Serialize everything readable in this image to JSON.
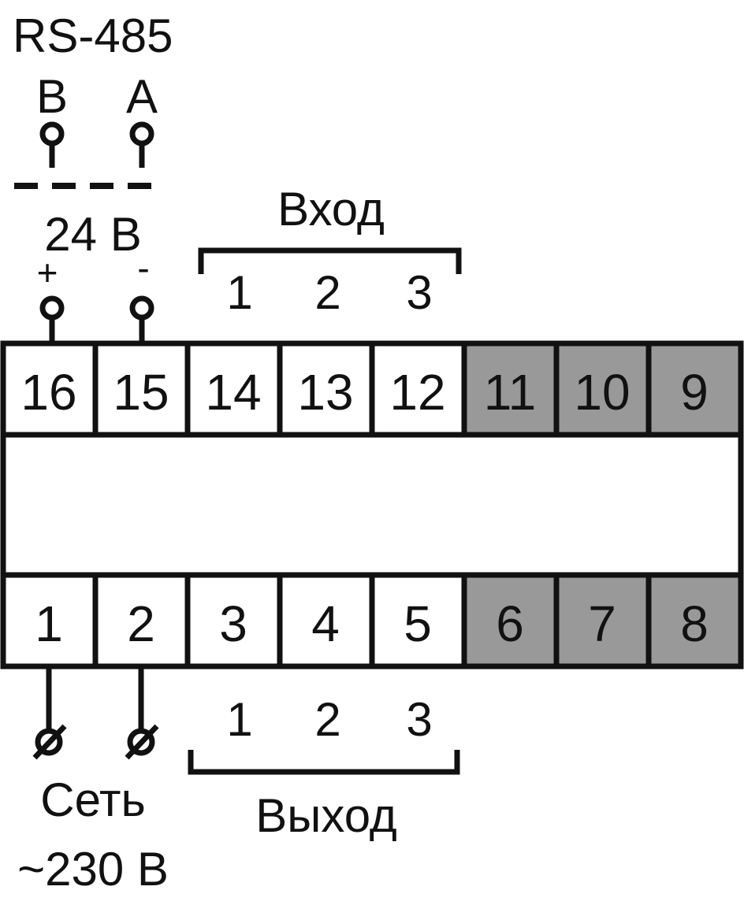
{
  "rs485": {
    "title": "RS-485",
    "b_label": "B",
    "a_label": "A"
  },
  "power24": {
    "label": "24 B",
    "plus": "+",
    "minus": "-"
  },
  "input": {
    "label": "Вход",
    "channels": [
      "1",
      "2",
      "3"
    ]
  },
  "output": {
    "label": "Выход",
    "channels": [
      "1",
      "2",
      "3"
    ]
  },
  "mains": {
    "line1": "Сеть",
    "line2": "~230 B"
  },
  "terminals_top": [
    {
      "number": "16",
      "active": true
    },
    {
      "number": "15",
      "active": true
    },
    {
      "number": "14",
      "active": true
    },
    {
      "number": "13",
      "active": true
    },
    {
      "number": "12",
      "active": true
    },
    {
      "number": "11",
      "active": false
    },
    {
      "number": "10",
      "active": false
    },
    {
      "number": "9",
      "active": false
    }
  ],
  "terminals_bottom": [
    {
      "number": "1",
      "active": true
    },
    {
      "number": "2",
      "active": true
    },
    {
      "number": "3",
      "active": true
    },
    {
      "number": "4",
      "active": true
    },
    {
      "number": "5",
      "active": true
    },
    {
      "number": "6",
      "active": false
    },
    {
      "number": "7",
      "active": false
    },
    {
      "number": "8",
      "active": false
    }
  ],
  "colors": {
    "active_fill": "#ffffff",
    "inactive_fill": "#999999",
    "stroke": "#111111"
  }
}
